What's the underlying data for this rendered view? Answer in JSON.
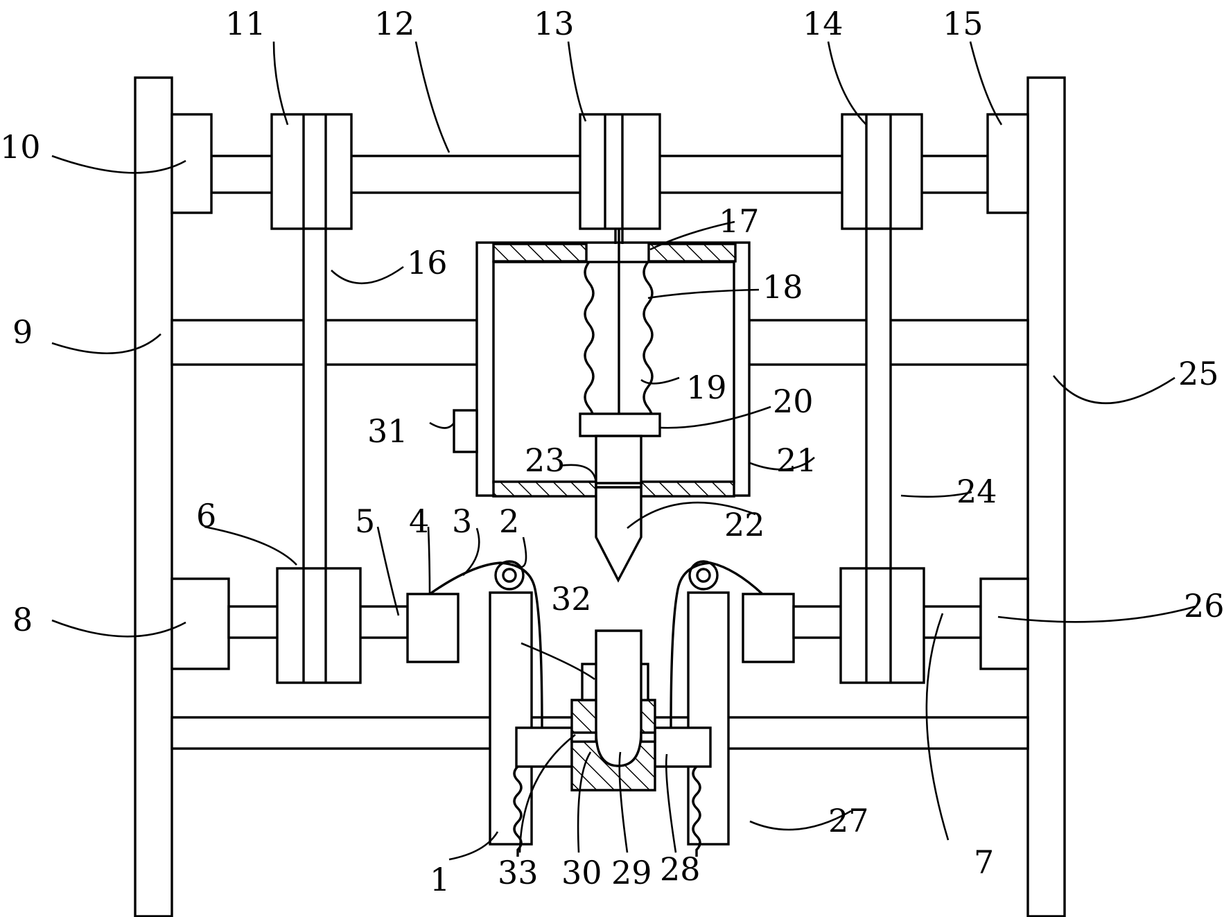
{
  "figure": {
    "labels": [
      {
        "id": "1",
        "text": "1"
      },
      {
        "id": "2",
        "text": "2"
      },
      {
        "id": "3",
        "text": "3"
      },
      {
        "id": "4",
        "text": "4"
      },
      {
        "id": "5",
        "text": "5"
      },
      {
        "id": "6",
        "text": "6"
      },
      {
        "id": "7",
        "text": "7"
      },
      {
        "id": "8",
        "text": "8"
      },
      {
        "id": "9",
        "text": "9"
      },
      {
        "id": "10",
        "text": "10"
      },
      {
        "id": "11",
        "text": "11"
      },
      {
        "id": "12",
        "text": "12"
      },
      {
        "id": "13",
        "text": "13"
      },
      {
        "id": "14",
        "text": "14"
      },
      {
        "id": "15",
        "text": "15"
      },
      {
        "id": "16",
        "text": "16"
      },
      {
        "id": "17",
        "text": "17"
      },
      {
        "id": "18",
        "text": "18"
      },
      {
        "id": "19",
        "text": "19"
      },
      {
        "id": "20",
        "text": "20"
      },
      {
        "id": "21",
        "text": "21"
      },
      {
        "id": "22",
        "text": "22"
      },
      {
        "id": "23",
        "text": "23"
      },
      {
        "id": "24",
        "text": "24"
      },
      {
        "id": "25",
        "text": "25"
      },
      {
        "id": "26",
        "text": "26"
      },
      {
        "id": "27",
        "text": "27"
      },
      {
        "id": "28",
        "text": "28"
      },
      {
        "id": "29",
        "text": "29"
      },
      {
        "id": "30",
        "text": "30"
      },
      {
        "id": "31",
        "text": "31"
      },
      {
        "id": "32",
        "text": "32"
      },
      {
        "id": "33",
        "text": "33"
      }
    ]
  }
}
